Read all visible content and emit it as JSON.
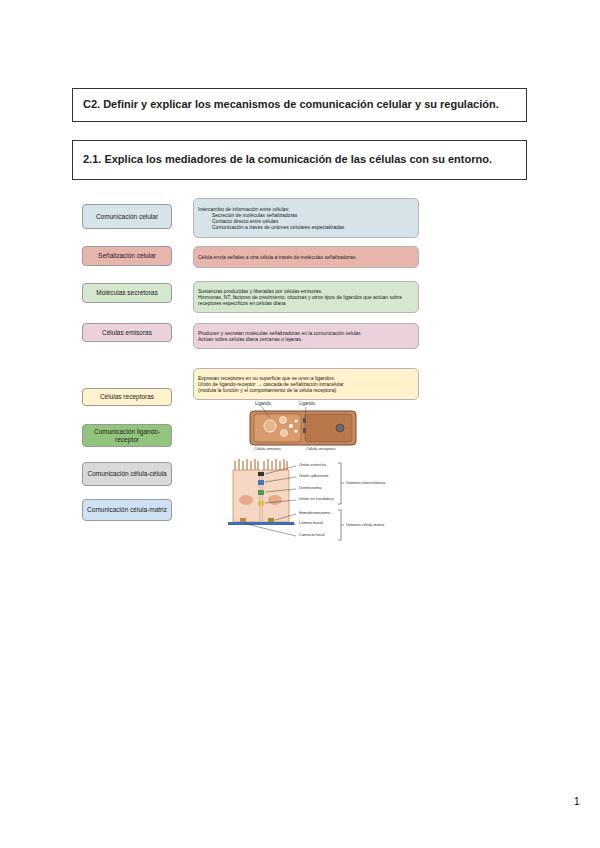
{
  "diagram": {
    "nodes": [
      {
        "text": [
          "C2. Definir y explicar los mecanismos de comunicación celular y su regulación."
        ]
      },
      {
        "text": [
          "2.1. Explica los mediadores de la comunicación de las células con su entorno."
        ]
      },
      {
        "text": [
          "Comunicación celular"
        ]
      },
      {
        "text": [
          "Intercambio de información entre células:",
          "Secreción de moléculas señalizadoras",
          "Contacto directo entre células",
          "Comunicación a través de uniones celulares especializadas"
        ]
      },
      {
        "text": [
          "Señalización celular"
        ]
      },
      {
        "text": [
          "Célula envía señales a otra célula a través de moléculas señalizadoras."
        ]
      },
      {
        "text": [
          "Moléculas secretoras"
        ]
      },
      {
        "text": [
          "Sustancias producidas y liberadas por células emisoras.",
          "Hormonas, NT, factores de crecimiento, citocinas y otros tipos de ligandos que actúan sobre receptores específicos en células diana"
        ]
      },
      {
        "text": [
          "Células emisoras"
        ]
      },
      {
        "text": [
          "Producen y secretan moléculas señalizadoras en la comunicación celular.",
          "Actúan sobre células diana cercanas o lejanas."
        ]
      },
      {
        "text": [
          "Células receptoras"
        ]
      },
      {
        "text": [
          "Expresan receptores en su superficie que se unen a ligandos.",
          "Unión de ligando-receptor → cascada de señalización intracelular",
          "(modula la función y el comportamiento de la célula receptora)"
        ]
      },
      {
        "text": [
          "Comunicación ligando-receptor"
        ]
      },
      {
        "text": [
          "Comunicación célula-célula"
        ]
      },
      {
        "text": [
          "Comunicación célula-matriz"
        ]
      }
    ],
    "edges": [],
    "labels": [
      "Ligando",
      "Ligando",
      "Célula emisora",
      "Célula receptora",
      "Unión estrecha",
      "Unión adherente",
      "Desmosoma",
      "Unión en hendidura",
      "Uniones intercelulares",
      "Hemidesmosoma",
      "Lámina basal",
      "Contacto focal",
      "Uniones célula-matriz",
      "1"
    ]
  }
}
